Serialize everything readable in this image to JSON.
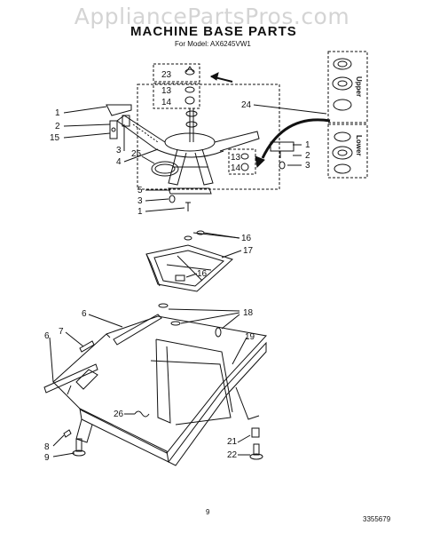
{
  "header": {
    "watermark": "AppliancePartsPros.com",
    "title": "MACHINE BASE PARTS",
    "model_line": "For Model: AX6245VW1"
  },
  "inset": {
    "upper_label": "Upper",
    "lower_label": "Lower"
  },
  "callouts": {
    "c23": "23",
    "c13a": "13",
    "c14a": "14",
    "c24": "24",
    "c1a": "1",
    "c2a": "2",
    "c15": "15",
    "c3a": "3",
    "c4": "4",
    "c25": "25",
    "c5": "5",
    "c3b": "3",
    "c1b": "1",
    "c13b": "13",
    "c14b": "14",
    "c1c": "1",
    "c2b": "2",
    "c3c": "3",
    "c16a": "16",
    "c17": "17",
    "c16b": "16",
    "c6a": "6",
    "c18": "18",
    "c7": "7",
    "c6b": "6",
    "c19": "19",
    "c26": "26",
    "c8": "8",
    "c9": "9",
    "c21": "21",
    "c22": "22"
  },
  "footer": {
    "page_number": "9",
    "document_number": "3355679"
  }
}
